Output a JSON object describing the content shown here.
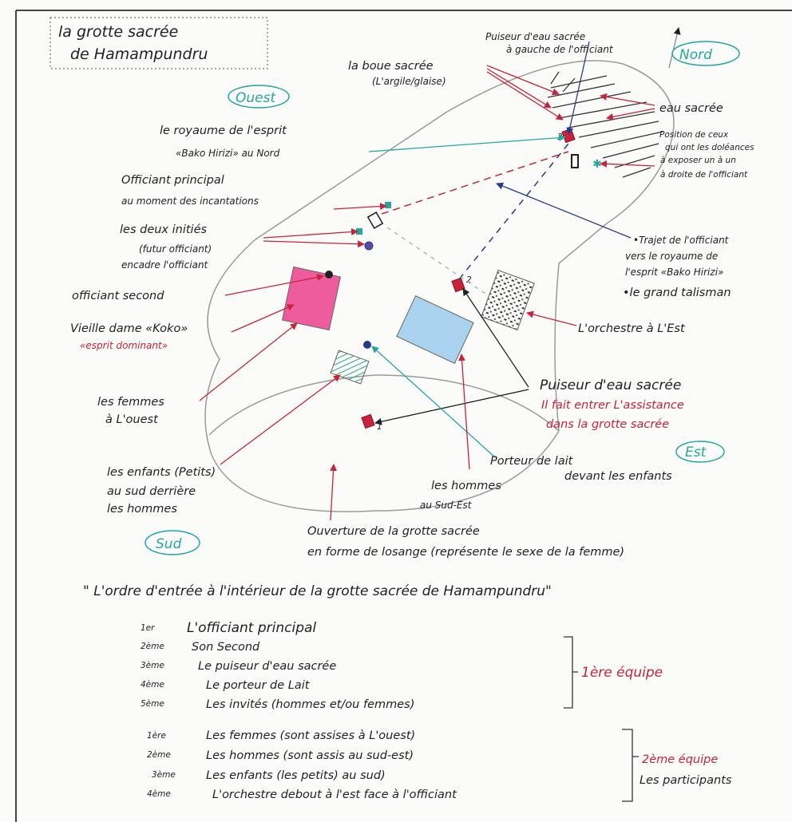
{
  "title": {
    "line1": "la grotte sacrée",
    "line2": "de Hamampundru"
  },
  "directions": {
    "nord": "Nord",
    "ouest": "Ouest",
    "est": "Est",
    "sud": "Sud"
  },
  "labels": {
    "puiseur_top_1": "Puiseur d'eau sacrée",
    "puiseur_top_2": "à gauche de l'officiant",
    "boue_1": "la boue sacrée",
    "boue_2": "(L'argile/glaise)",
    "eau_sacree": "eau sacrée",
    "position_1": "Position de ceux",
    "position_2": "qui ont les doléances",
    "position_3": "à exposer un à un",
    "position_4": "à droite de l'officiant",
    "royaume_1": "le royaume de l'esprit",
    "royaume_2": "«Bako Hirizi» au Nord",
    "officiant_principal_1": "Officiant principal",
    "officiant_principal_2": "au moment des incantations",
    "inities_1": "les deux initiés",
    "inities_2": "(futur officiant)",
    "inities_3": "encadre l'officiant",
    "trajet_1": "•Trajet de l'officiant",
    "trajet_2": "vers le royaume de",
    "trajet_3": "l'esprit «Bako Hirizi»",
    "talisman": "•le grand talisman",
    "officiant_second": "officiant second",
    "vieille_1": "Vieille dame «Koko»",
    "vieille_2": "«esprit dominant»",
    "orchestre": "L'orchestre à L'Est",
    "femmes_1": "les femmes",
    "femmes_2": "à L'ouest",
    "puiseur_b_1": "Puiseur d'eau sacrée",
    "puiseur_b_2": "Il fait entrer L'assistance",
    "puiseur_b_3": "dans la grotte sacrée",
    "enfants_1": "les enfants (Petits)",
    "enfants_2": "au sud derrière",
    "enfants_3": "les hommes",
    "porteur_1": "Porteur de lait",
    "porteur_2": "devant les enfants",
    "hommes_1": "les hommes",
    "hommes_2": "au Sud-Est",
    "ouverture_1": "Ouverture de la grotte sacrée",
    "ouverture_2": "en forme de losange (représente le sexe de la femme)",
    "num_1": "1",
    "num_2": "2",
    "num_3": "3"
  },
  "order_title": "\" L'ordre d'entrée à l'intérieur de la grotte sacrée de Hamampundru\"",
  "team1": {
    "items": [
      {
        "ord": "1er",
        "text": "L'officiant principal"
      },
      {
        "ord": "2ème",
        "text": "Son Second"
      },
      {
        "ord": "3ème",
        "text": "Le puiseur d'eau sacrée"
      },
      {
        "ord": "4ème",
        "text": "Le porteur de Lait"
      },
      {
        "ord": "5ème",
        "text": "Les invités (hommes et/ou femmes)"
      }
    ],
    "label": "1ère équipe"
  },
  "team2": {
    "items": [
      {
        "ord": "1ère",
        "text": "Les femmes (sont assises à L'ouest)"
      },
      {
        "ord": "2ème",
        "text": "Les hommes (sont assis au sud-est)"
      },
      {
        "ord": "3ème",
        "text": "Les enfants (les petits) au sud)"
      },
      {
        "ord": "4ème",
        "text": "L'orchestre debout à l'est face à l'officiant"
      }
    ],
    "label": "2ème équipe",
    "sublabel": "Les participants"
  },
  "colors": {
    "red": "#c8233a",
    "ink": "#1f1f24",
    "blue_ink": "#2a3a8a",
    "teal": "#23a7a3",
    "pink": "#ef5c9e",
    "light_blue": "#a9d3ee"
  }
}
